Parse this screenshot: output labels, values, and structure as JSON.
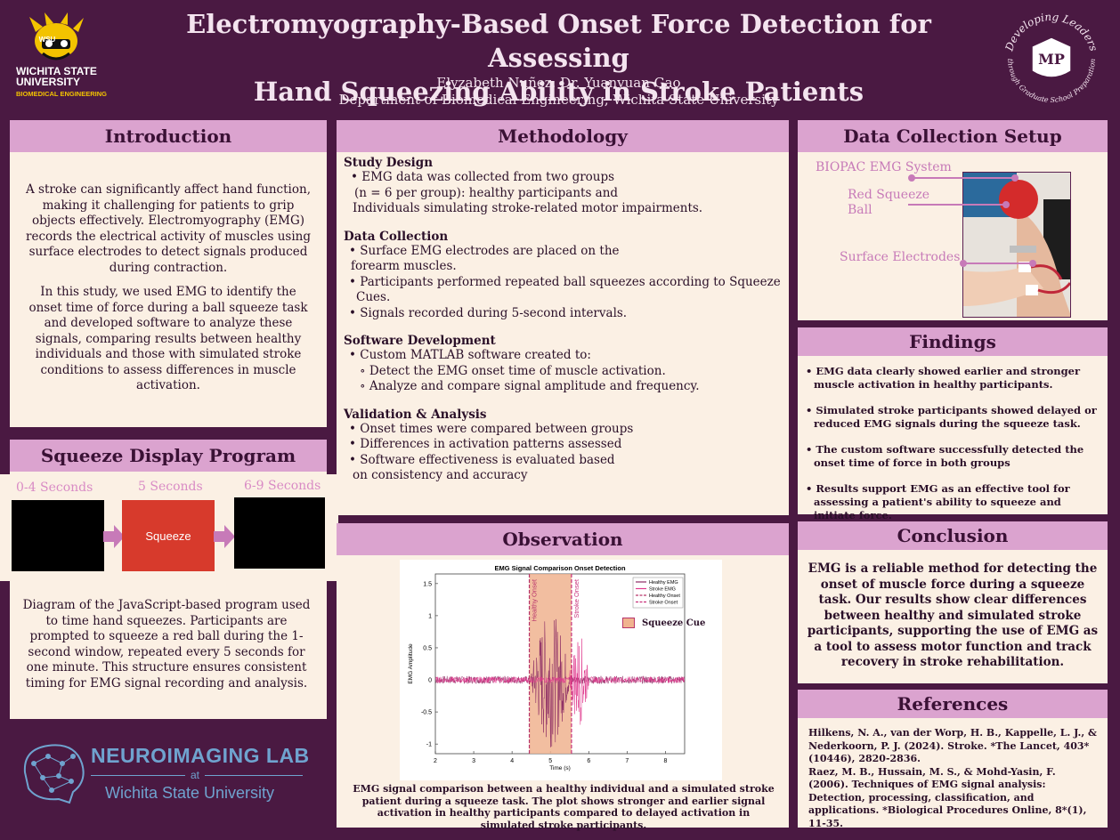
{
  "header": {
    "title_line1": "Electromyography-Based Onset Force Detection for Assessing",
    "title_line2": "Hand Squeezing Ability in Stroke Patients",
    "authors": "Elyzabeth Nuñez, Dr. Yuanyuan Gao",
    "department": "Department of Biomedical Engineering, Wichita State University"
  },
  "logo_left": {
    "line1": "WICHITA STATE",
    "line2": "UNIVERSITY",
    "line3": "BIOMEDICAL ENGINEERING",
    "badge": "WSU"
  },
  "logo_right": {
    "top": "Developing Leaders",
    "bottom": "through Graduate School Preparation",
    "mark": "MP"
  },
  "introduction": {
    "title": "Introduction",
    "p1": "A stroke can significantly affect hand function, making it challenging for patients to grip objects effectively. Electromyography (EMG) records the electrical activity of muscles using surface electrodes to detect signals produced during contraction.",
    "p2": "In this study, we used EMG to identify the onset time of force during a ball squeeze task and developed software to analyze these signals, comparing results between healthy individuals and those with simulated stroke conditions to assess differences in muscle activation."
  },
  "squeeze": {
    "title": "Squeeze Display Program",
    "label1": "0-4 Seconds",
    "label2": "5 Seconds",
    "label3": "6-9 Seconds",
    "box_text": "Squeeze",
    "caption": "Diagram of the JavaScript-based program used to time hand squeezes. Participants are prompted to squeeze a red ball during the 1-second window, repeated every 5 seconds for one minute. This structure ensures consistent timing for EMG signal recording and analysis."
  },
  "neuro": {
    "title": "NEUROIMAGING LAB",
    "at": "at",
    "uni": "Wichita State University"
  },
  "methodology": {
    "title": "Methodology",
    "h1": "Study Design",
    "s1a": "• EMG data was collected from two groups",
    "s1b": "(n = 6 per group): healthy participants and",
    "s1c": "Individuals simulating stroke-related motor impairments.",
    "h2": "Data Collection",
    "s2a": "• Surface EMG electrodes are placed on the",
    "s2b": "forearm muscles.",
    "s2c": "• Participants performed repeated ball squeezes according to Squeeze",
    "s2d": "Cues.",
    "s2e": "• Signals recorded during 5-second intervals.",
    "h3": "Software Development",
    "s3a": "• Custom MATLAB software created to:",
    "s3b": "∘ Detect the EMG onset time of muscle activation.",
    "s3c": "∘ Analyze and compare signal amplitude and frequency.",
    "h4": "Validation & Analysis",
    "s4a": "• Onset times were compared between groups",
    "s4b": "• Differences in activation patterns assessed",
    "s4c": "• Software effectiveness is evaluated based",
    "s4d": "on consistency and accuracy"
  },
  "observation": {
    "title": "Observation",
    "caption": "EMG signal comparison between a healthy individual and a simulated stroke patient during a squeeze task. The plot shows stronger and earlier signal activation in healthy participants compared to delayed activation in simulated stroke participants."
  },
  "chart_data": {
    "type": "line",
    "title": "EMG Signal Comparison Onset Detection",
    "xlabel": "Time (s)",
    "ylabel": "EMG Amplitude",
    "xlim": [
      2,
      8.5
    ],
    "ylim": [
      -1.15,
      1.65
    ],
    "xticks": [
      2,
      3,
      4,
      5,
      6,
      7,
      8
    ],
    "yticks": [
      1.5,
      1,
      0.5,
      0,
      -0.5,
      -1
    ],
    "series": [
      {
        "name": "Healthy EMG",
        "color": "#8b2a63"
      },
      {
        "name": "Stroke EMG",
        "color": "#e0398d"
      },
      {
        "name": "Healthy Onset",
        "color": "#b8346b",
        "x": 4.45
      },
      {
        "name": "Stroke Onset",
        "color": "#c8307a",
        "x": 5.55
      }
    ],
    "shaded": {
      "label": "Squeeze Cue",
      "x0": 4.45,
      "x1": 5.55,
      "color": "#f0b38f"
    },
    "annotations": [
      "Healthy Onset",
      "Stroke Onset"
    ],
    "legend": "top-right"
  },
  "setup": {
    "title": "Data Collection Setup",
    "l1": "BIOPAC EMG System",
    "l2a": "Red Squeeze",
    "l2b": "Ball",
    "l3": "Surface Electrodes"
  },
  "findings": {
    "title": "Findings",
    "f1": "EMG data clearly showed earlier and stronger muscle activation in healthy participants.",
    "f2": "Simulated stroke participants showed delayed or reduced EMG signals during the squeeze task.",
    "f3": "The custom software successfully detected the onset time of force in both groups",
    "f4": "Results support EMG as an effective tool for assessing a patient's ability to squeeze and initiate force."
  },
  "conclusion": {
    "title": "Conclusion",
    "text": "EMG is a reliable method for detecting the onset of muscle force during a squeeze task. Our results show clear differences between healthy and simulated stroke participants, supporting the use of EMG as a tool to assess motor function and track recovery in stroke rehabilitation."
  },
  "references": {
    "title": "References",
    "r1": "Hilkens, N. A., van der Worp, H. B., Kappelle, L. J., & Nederkoorn, P. J. (2024). Stroke. *The Lancet, 403*(10446), 2820-2836.",
    "r2": "Raez, M. B., Hussain, M. S., & Mohd-Yasin, F. (2006). Techniques of EMG signal analysis: Detection, processing, classification, and applications. *Biological Procedures Online, 8*(1), 11-35."
  }
}
